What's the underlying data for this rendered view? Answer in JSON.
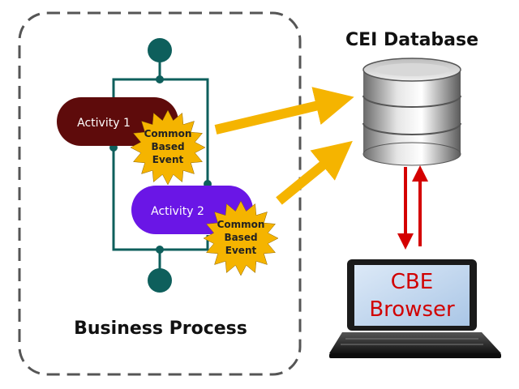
{
  "database": {
    "title": "CEI Database"
  },
  "process": {
    "label": "Business Process",
    "activities": [
      {
        "label": "Activity 1",
        "color": "#5e0b0b"
      },
      {
        "label": "Activity 2",
        "color": "#6a16e6"
      }
    ],
    "events": [
      {
        "line1": "Common",
        "line2": "Based",
        "line3": "Event",
        "color": "#f5b400"
      },
      {
        "line1": "Common",
        "line2": "Based",
        "line3": "Event",
        "color": "#f5b400"
      }
    ]
  },
  "browser": {
    "line1": "CBE",
    "line2": "Browser",
    "text_color": "#d10000"
  },
  "colors": {
    "teal": "#0e5f5c",
    "arrow_orange": "#f5b400",
    "arrow_red": "#d40000",
    "dashed_border": "#555555"
  }
}
